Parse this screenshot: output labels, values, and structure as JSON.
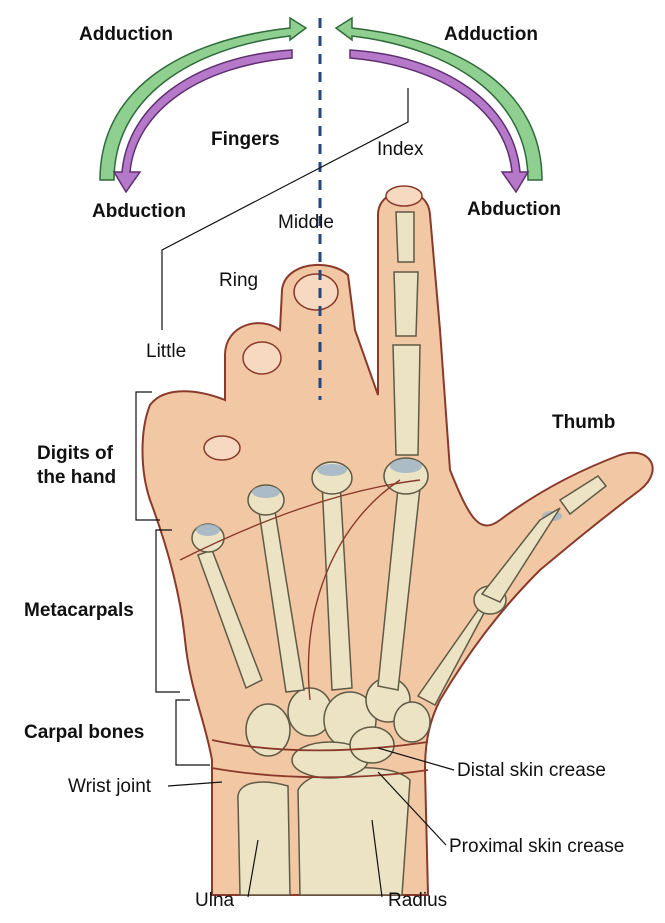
{
  "labels": {
    "adduction_left": "Adduction",
    "adduction_right": "Adduction",
    "abduction_left": "Abduction",
    "abduction_right": "Abduction",
    "fingers": "Fingers",
    "index": "Index",
    "middle": "Middle",
    "ring": "Ring",
    "little": "Little",
    "thumb": "Thumb",
    "digits_line1": "Digits of",
    "digits_line2": "the hand",
    "metacarpals": "Metacarpals",
    "carpal_bones": "Carpal bones",
    "wrist_joint": "Wrist joint",
    "distal_crease": "Distal skin crease",
    "proximal_crease": "Proximal skin crease",
    "ulna": "Ulna",
    "radius": "Radius"
  },
  "colors": {
    "skin": "#f2c7a4",
    "skin_outline": "#8a3a2a",
    "bone": "#ece3c4",
    "bone_outline": "#5f5a45",
    "cartilage": "#9bb2c8",
    "adduction_arrow": "#8fcf8f",
    "abduction_arrow": "#b679c9",
    "axis_line": "#26457a",
    "leader_line": "#111111"
  }
}
